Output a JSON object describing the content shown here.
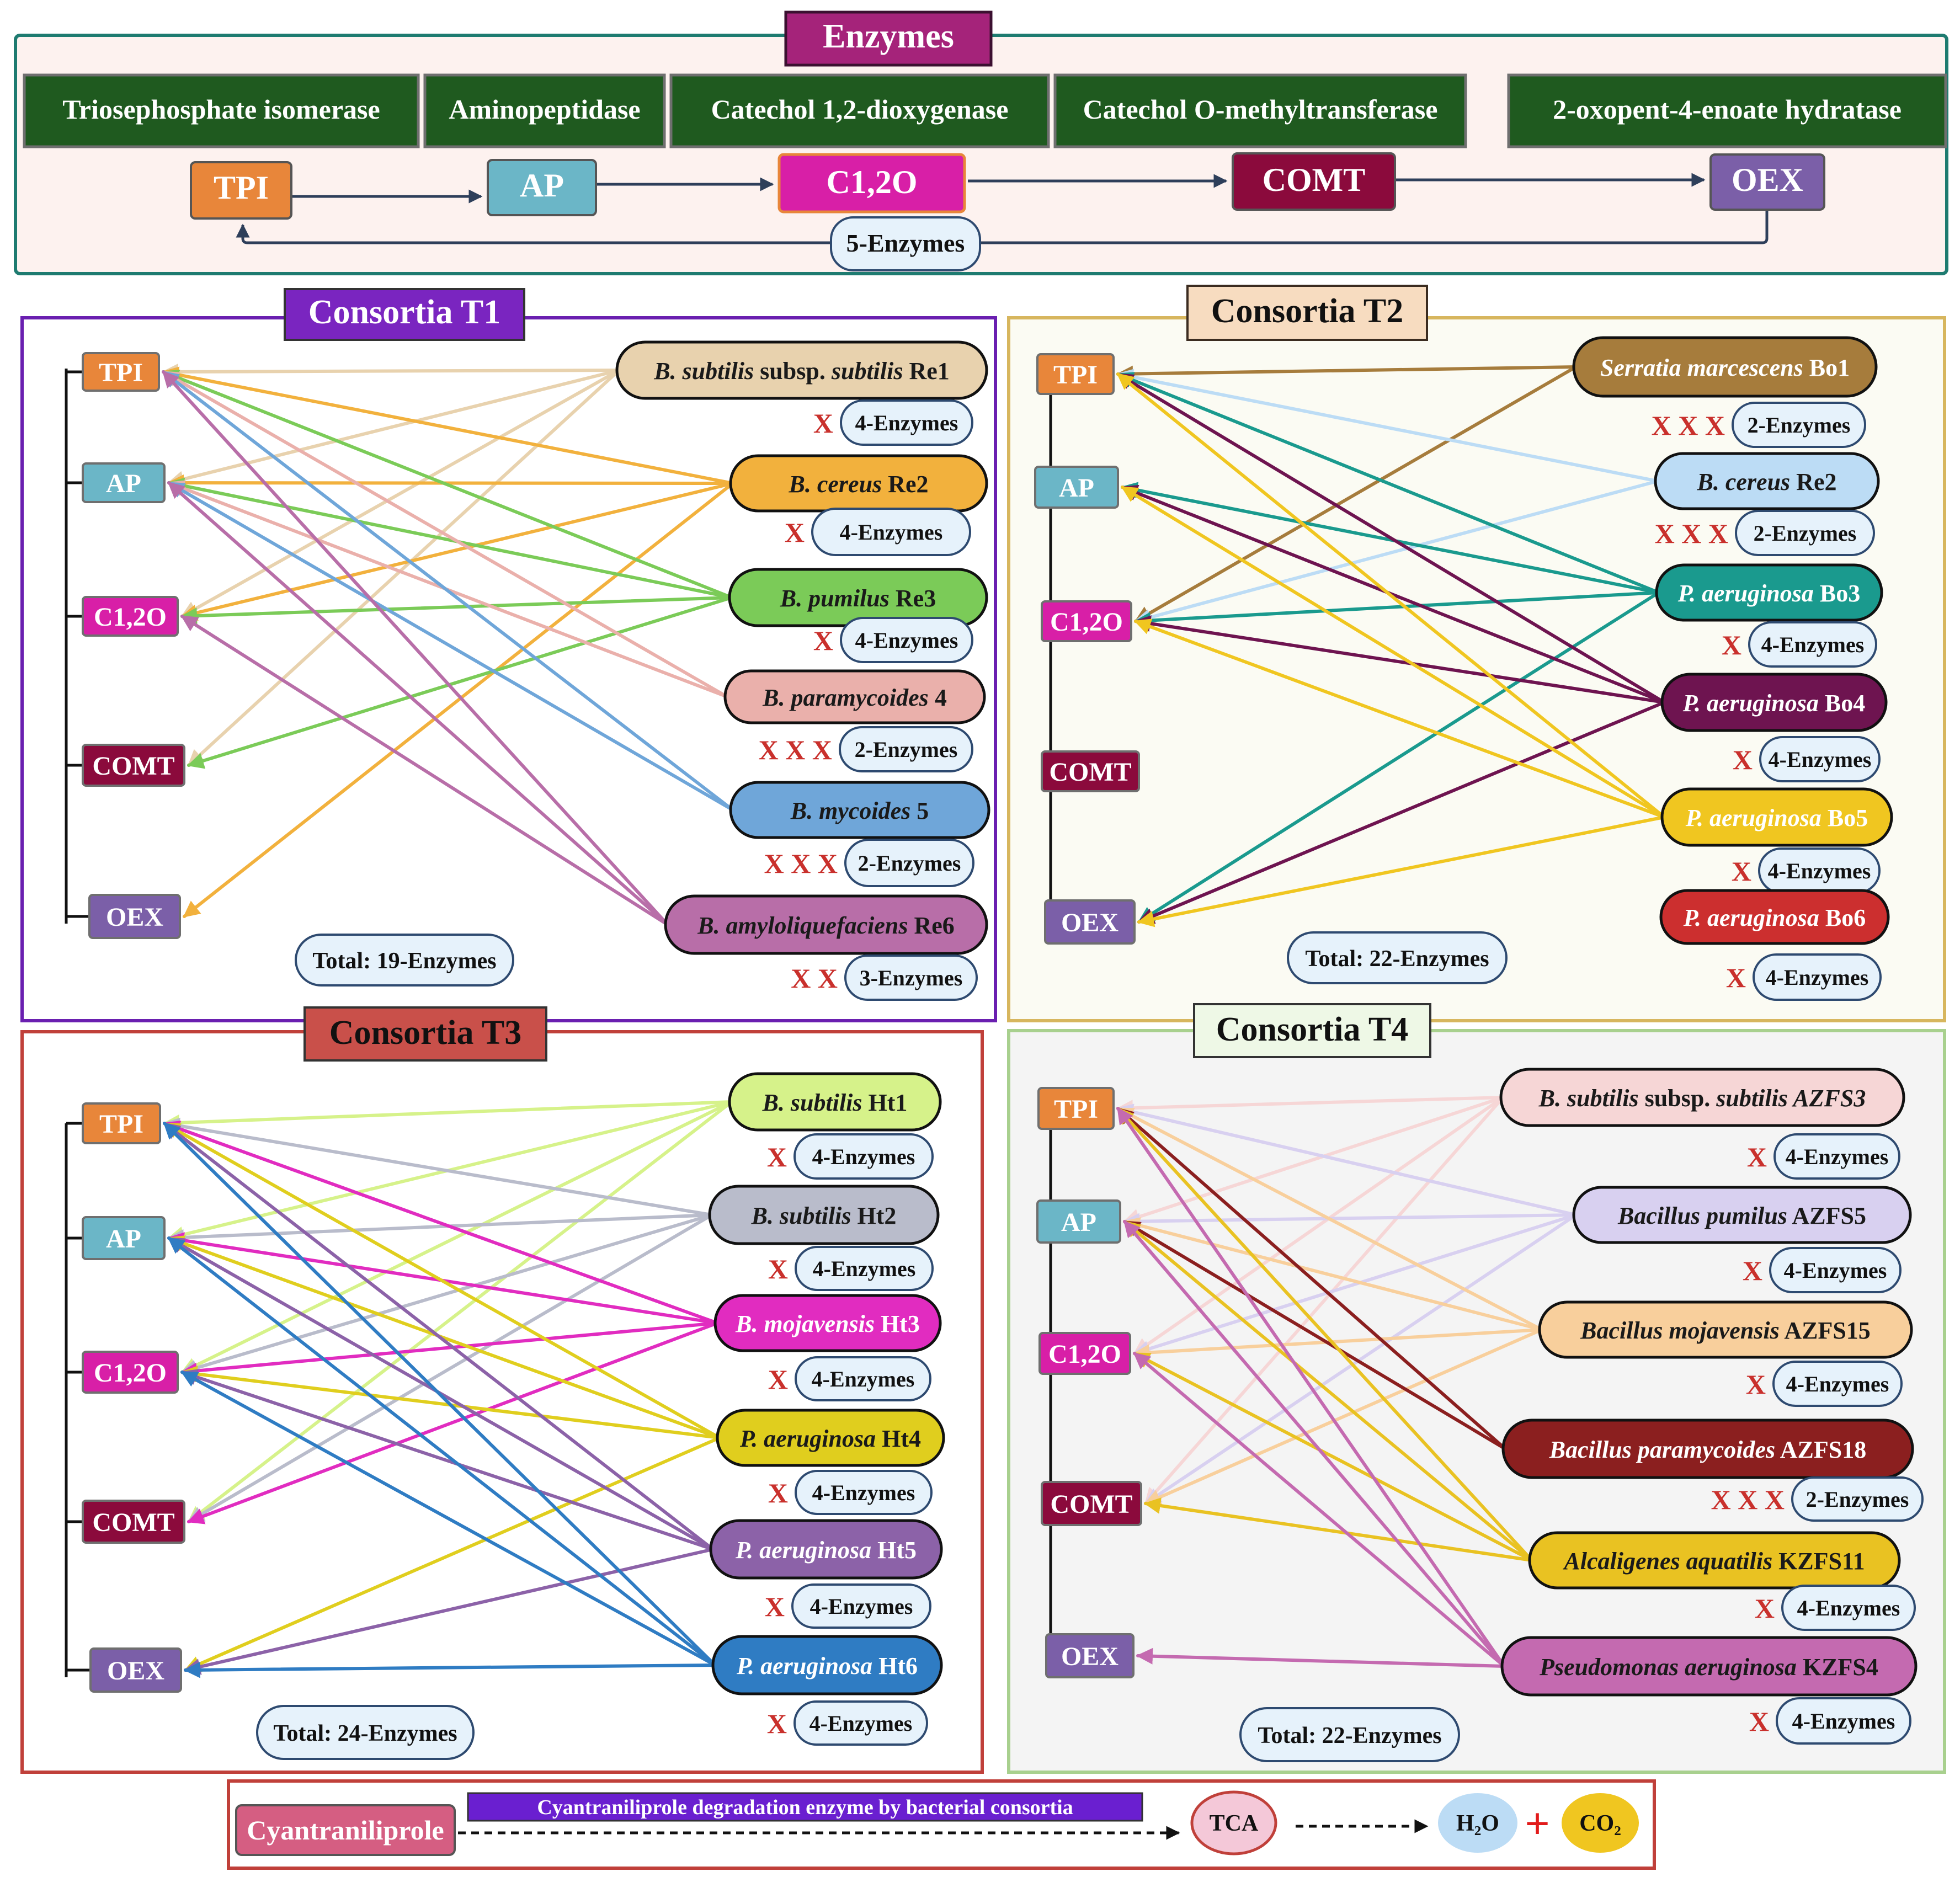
{
  "enzymes_panel": {
    "title": "Enzymes",
    "full_names": [
      "Triosephosphate isomerase",
      "Aminopeptidase",
      "Catechol 1,2-dioxygenase",
      "Catechol O-methyltransferase",
      "2-oxopent-4-enoate hydratase"
    ],
    "flow": [
      {
        "abbr": "TPI",
        "color": "#e8863a"
      },
      {
        "abbr": "AP",
        "color": "#6bb6c7"
      },
      {
        "abbr": "C1,2O",
        "color": "#d81fa7"
      },
      {
        "abbr": "COMT",
        "color": "#8b0a3c"
      },
      {
        "abbr": "OEX",
        "color": "#7b5fa8"
      }
    ],
    "cycle_label": "5-Enzymes"
  },
  "enzyme_labels": [
    "TPI",
    "AP",
    "C1,2O",
    "COMT",
    "OEX"
  ],
  "consortia": [
    {
      "title": "Consortia T1",
      "total": "Total: 19-Enzymes",
      "strains": [
        {
          "name": [
            [
              "B. subtilis",
              1
            ],
            [
              " subsp. ",
              0
            ],
            [
              "subtilis",
              1
            ],
            [
              " Re1",
              0
            ]
          ],
          "color": "#e8d2ae",
          "text": "#1a1a1a",
          "count": "4-Enzymes",
          "missing": "X",
          "links": [
            "TPI",
            "AP",
            "C1,2O",
            "COMT"
          ]
        },
        {
          "name": [
            [
              "B. cereus",
              1
            ],
            [
              " Re2",
              0
            ]
          ],
          "color": "#f2b13d",
          "text": "#1a1a1a",
          "count": "4-Enzymes",
          "missing": "X",
          "links": [
            "TPI",
            "AP",
            "C1,2O",
            "OEX"
          ]
        },
        {
          "name": [
            [
              "B. pumilus",
              1
            ],
            [
              " Re3",
              0
            ]
          ],
          "color": "#7bcb58",
          "text": "#1a1a1a",
          "count": "4-Enzymes",
          "missing": "X",
          "links": [
            "TPI",
            "AP",
            "C1,2O",
            "COMT"
          ]
        },
        {
          "name": [
            [
              "B. paramycoides",
              1
            ],
            [
              " 4",
              0
            ]
          ],
          "color": "#eab0ab",
          "text": "#1a1a1a",
          "count": "2-Enzymes",
          "missing": "X X X",
          "links": [
            "TPI",
            "AP"
          ]
        },
        {
          "name": [
            [
              "B.  mycoides",
              1
            ],
            [
              " 5",
              0
            ]
          ],
          "color": "#6fa6d9",
          "text": "#1a1a1a",
          "count": "2-Enzymes",
          "missing": "X X X",
          "links": [
            "TPI",
            "AP"
          ]
        },
        {
          "name": [
            [
              "B. amyloliquefaciens",
              1
            ],
            [
              " Re6",
              0
            ]
          ],
          "color": "#b86ea8",
          "text": "#1a1a1a",
          "count": "3-Enzymes",
          "missing": "X X",
          "links": [
            "TPI",
            "AP",
            "C1,2O"
          ]
        }
      ]
    },
    {
      "title": "Consortia T2",
      "total": "Total: 22-Enzymes",
      "strains": [
        {
          "name": [
            [
              "Serratia marcescens",
              1
            ],
            [
              " Bo1",
              0
            ]
          ],
          "color": "#a67c3c",
          "text": "#ffffff",
          "count": "2-Enzymes",
          "missing": "X X X",
          "links": [
            "TPI",
            "C1,2O"
          ]
        },
        {
          "name": [
            [
              "B. cereus",
              1
            ],
            [
              " Re2",
              0
            ]
          ],
          "color": "#bcdcf5",
          "text": "#1a1a1a",
          "count": "2-Enzymes",
          "missing": "X X X",
          "links": [
            "TPI",
            "C1,2O"
          ]
        },
        {
          "name": [
            [
              "P. aeruginosa",
              1
            ],
            [
              " Bo3",
              0
            ]
          ],
          "color": "#1a9a8e",
          "text": "#ffffff",
          "count": "4-Enzymes",
          "missing": "X",
          "links": [
            "TPI",
            "AP",
            "C1,2O",
            "OEX"
          ]
        },
        {
          "name": [
            [
              "P. aeruginosa",
              1
            ],
            [
              " Bo4",
              0
            ]
          ],
          "color": "#6e1450",
          "text": "#ffffff",
          "count": "4-Enzymes",
          "missing": "X",
          "links": [
            "TPI",
            "AP",
            "C1,2O",
            "OEX"
          ]
        },
        {
          "name": [
            [
              "P. aeruginosa",
              1
            ],
            [
              " Bo5",
              0
            ]
          ],
          "color": "#f0c620",
          "text": "#ffffff",
          "count": "4-Enzymes",
          "missing": "X",
          "links": [
            "TPI",
            "AP",
            "C1,2O",
            "OEX"
          ]
        },
        {
          "name": [
            [
              "P. aeruginosa",
              1
            ],
            [
              " Bo6",
              0
            ]
          ],
          "color": "#cc2f2f",
          "text": "#ffffff",
          "count": "4-Enzymes",
          "missing": "X",
          "links": []
        }
      ]
    },
    {
      "title": "Consortia T3",
      "total": "Total: 24-Enzymes",
      "strains": [
        {
          "name": [
            [
              "B. subtilis",
              1
            ],
            [
              " Ht1",
              0
            ]
          ],
          "color": "#d6f28a",
          "text": "#1a1a1a",
          "count": "4-Enzymes",
          "missing": "X",
          "links": [
            "TPI",
            "AP",
            "C1,2O",
            "COMT"
          ]
        },
        {
          "name": [
            [
              "B. subtilis",
              1
            ],
            [
              " Ht2",
              0
            ]
          ],
          "color": "#b9bccb",
          "text": "#1a1a1a",
          "count": "4-Enzymes",
          "missing": "X",
          "links": [
            "TPI",
            "AP",
            "C1,2O",
            "COMT"
          ]
        },
        {
          "name": [
            [
              "B. mojavensis",
              1
            ],
            [
              " Ht3",
              0
            ]
          ],
          "color": "#e12cc0",
          "text": "#ffffff",
          "count": "4-Enzymes",
          "missing": "X",
          "links": [
            "TPI",
            "AP",
            "C1,2O",
            "COMT"
          ]
        },
        {
          "name": [
            [
              "P. aeruginosa",
              1
            ],
            [
              " Ht4",
              0
            ]
          ],
          "color": "#e0ce1e",
          "text": "#1a1a1a",
          "count": "4-Enzymes",
          "missing": "X",
          "links": [
            "TPI",
            "AP",
            "C1,2O",
            "OEX"
          ]
        },
        {
          "name": [
            [
              "P. aeruginosa",
              1
            ],
            [
              " Ht5",
              0
            ]
          ],
          "color": "#8c62a8",
          "text": "#ffffff",
          "count": "4-Enzymes",
          "missing": "X",
          "links": [
            "TPI",
            "AP",
            "C1,2O",
            "OEX"
          ]
        },
        {
          "name": [
            [
              "P. aeruginosa",
              1
            ],
            [
              " Ht6",
              0
            ]
          ],
          "color": "#2f7cc3",
          "text": "#ffffff",
          "count": "4-Enzymes",
          "missing": "X",
          "links": [
            "TPI",
            "AP",
            "C1,2O",
            "OEX"
          ]
        }
      ]
    },
    {
      "title": "Consortia T4",
      "total": "Total: 22-Enzymes",
      "strains": [
        {
          "name": [
            [
              "B. subtilis",
              1
            ],
            [
              " subsp. ",
              0
            ],
            [
              "subtilis AZFS3",
              1
            ]
          ],
          "color": "#f6d6d6",
          "text": "#1a1a1a",
          "count": "4-Enzymes",
          "missing": "X",
          "links": [
            "TPI",
            "AP",
            "C1,2O",
            "COMT"
          ]
        },
        {
          "name": [
            [
              "Bacillus pumilus",
              1
            ],
            [
              " AZFS5",
              0
            ]
          ],
          "color": "#d8d0f0",
          "text": "#1a1a1a",
          "count": "4-Enzymes",
          "missing": "X",
          "links": [
            "TPI",
            "AP",
            "C1,2O",
            "COMT"
          ]
        },
        {
          "name": [
            [
              "Bacillus mojavensis",
              1
            ],
            [
              " AZFS15",
              0
            ]
          ],
          "color": "#f8cf9c",
          "text": "#1a1a1a",
          "count": "4-Enzymes",
          "missing": "X",
          "links": [
            "TPI",
            "AP",
            "C1,2O",
            "COMT"
          ]
        },
        {
          "name": [
            [
              "Bacillus paramycoides",
              1
            ],
            [
              " AZFS18",
              0
            ]
          ],
          "color": "#8b1f1f",
          "text": "#ffffff",
          "count": "2-Enzymes",
          "missing": "X X X",
          "links": [
            "TPI",
            "AP"
          ]
        },
        {
          "name": [
            [
              "Alcaligenes aquatilis",
              1
            ],
            [
              "  KZFS11",
              0
            ]
          ],
          "color": "#e9c222",
          "text": "#1a1a1a",
          "count": "4-Enzymes",
          "missing": "X",
          "links": [
            "TPI",
            "AP",
            "C1,2O",
            "COMT"
          ]
        },
        {
          "name": [
            [
              "Pseudomonas aeruginosa",
              1
            ],
            [
              " KZFS4",
              0
            ]
          ],
          "color": "#c46ab0",
          "text": "#1a1a1a",
          "count": "4-Enzymes",
          "missing": "X",
          "links": [
            "TPI",
            "AP",
            "C1,2O",
            "OEX"
          ]
        }
      ]
    }
  ],
  "bottom_panel": {
    "compound": "Cyantraniliprole",
    "process_label": "Cyantraniliprole  degradation enzyme by  bacterial consortia",
    "tca": "TCA",
    "water": "H₂O",
    "plus": "+",
    "co2": "CO₂"
  }
}
